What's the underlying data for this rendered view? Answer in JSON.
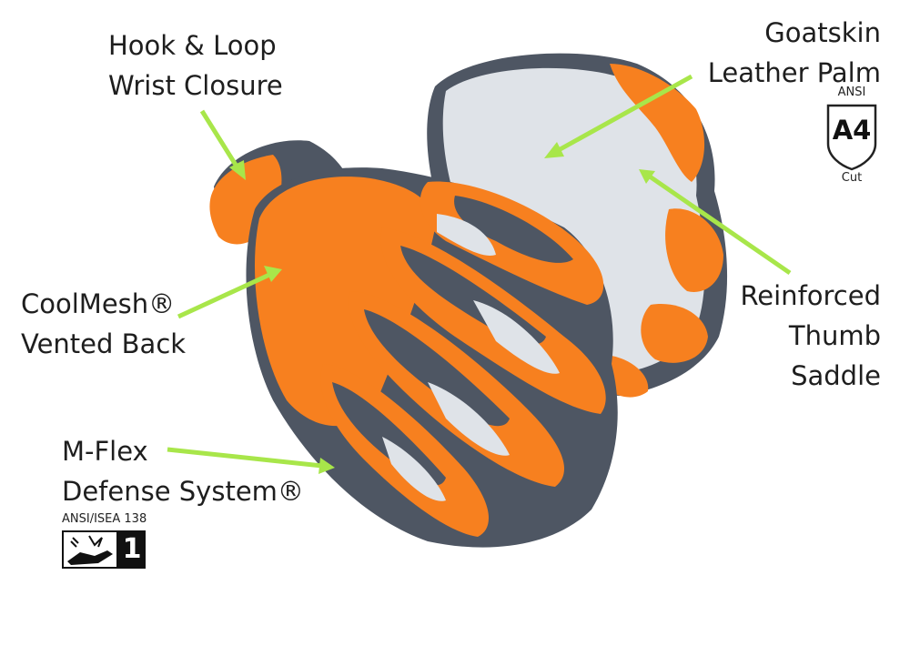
{
  "labels": {
    "hook_loop": [
      "Hook & Loop",
      "Wrist Closure"
    ],
    "goatskin": [
      "Goatskin",
      "Leather Palm"
    ],
    "coolmesh": [
      "CoolMesh®",
      "Vented Back"
    ],
    "thumb": [
      "Reinforced",
      "Thumb",
      "Saddle"
    ],
    "mflex": [
      "M-Flex",
      "Defense System®"
    ]
  },
  "badges": {
    "cut": {
      "top_text": "ANSI",
      "level": "A4",
      "bottom_text": "Cut"
    },
    "impact": {
      "standard": "ANSI/ISEA 138",
      "level": "1"
    }
  },
  "colors": {
    "arrow": "#a8e64a",
    "orange": "#f7801f",
    "gray": "#4e5663",
    "leather": "#dfe3e8"
  },
  "icons": [
    "hand-impact-icon"
  ]
}
